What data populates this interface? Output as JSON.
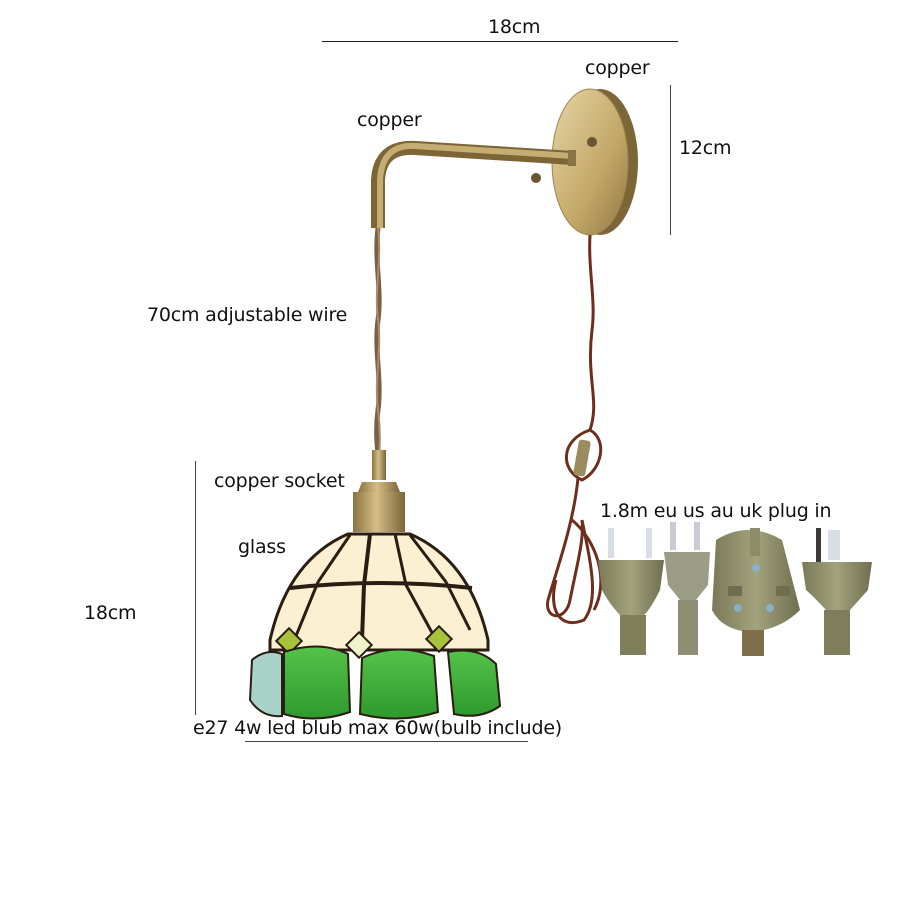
{
  "labels": {
    "width_top": "18cm",
    "copper_plate": "copper",
    "copper_arm": "copper",
    "plate_height": "12cm",
    "wire": "70cm adjustable wire",
    "socket": "copper socket",
    "glass": "glass",
    "shade_height": "18cm",
    "plug": "1.8m eu us au uk plug in",
    "bulb": "e27 4w led blub max 60w(bulb include)"
  },
  "colors": {
    "brass": "#b49a5e",
    "brass_dark": "#8a7441",
    "cord": "#6e2e1e",
    "glass_cream": "#fbf0d2",
    "glass_green": "#3fae3a",
    "lead_line": "#2a1d12",
    "plug_body": "#8f8e6a"
  },
  "plugs": [
    {
      "type": "eu"
    },
    {
      "type": "us"
    },
    {
      "type": "uk"
    },
    {
      "type": "au"
    }
  ]
}
